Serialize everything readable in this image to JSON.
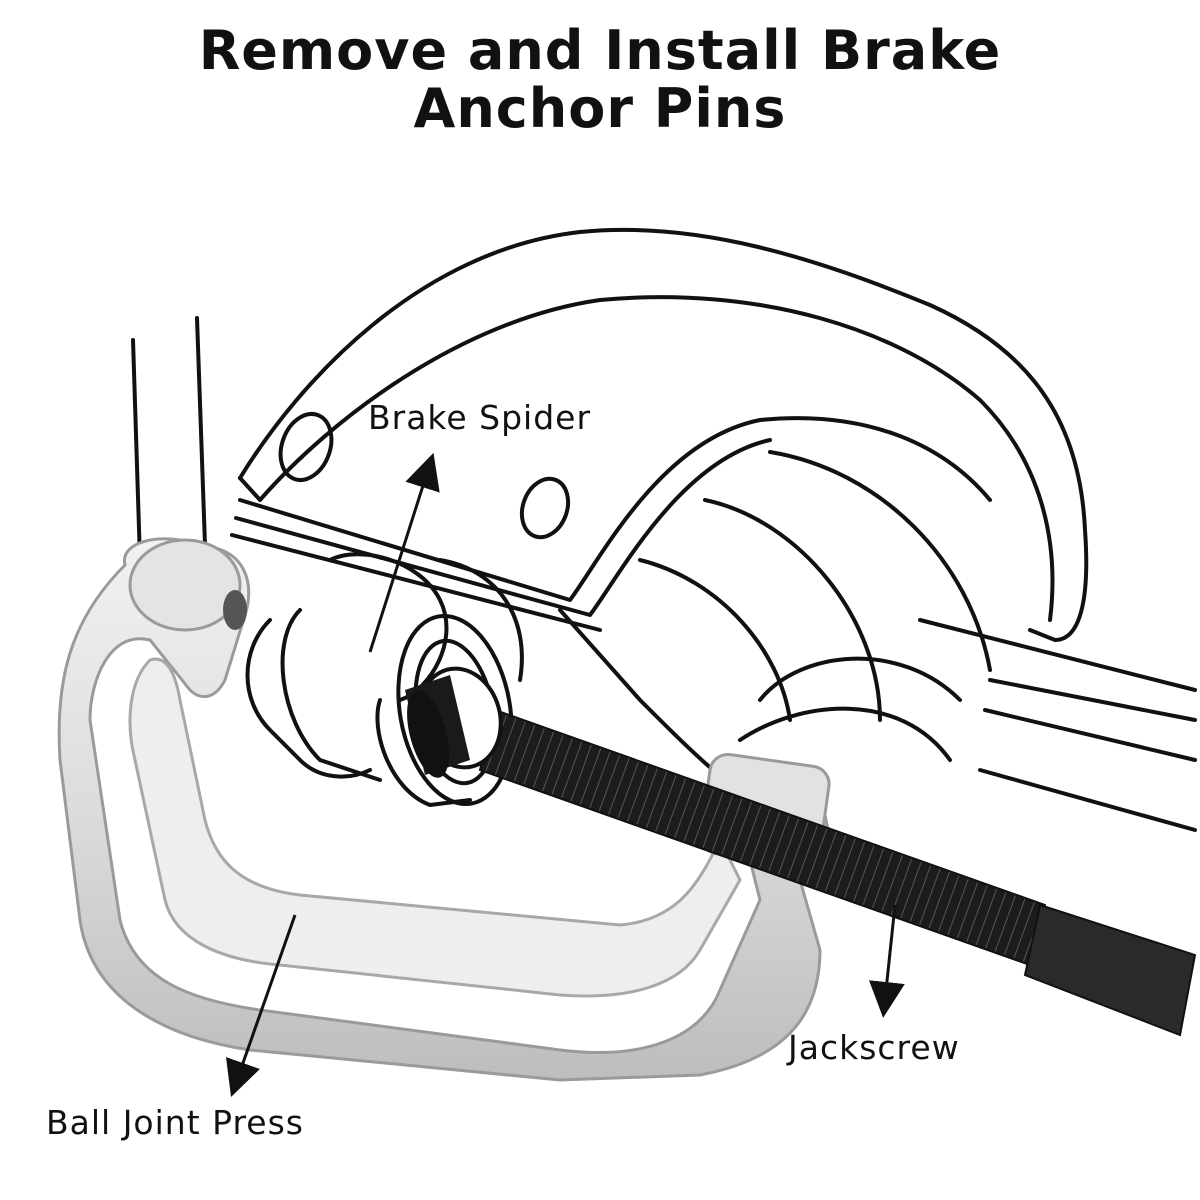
{
  "title": {
    "line1": "Remove and Install Brake",
    "line2": "Anchor Pins"
  },
  "labels": {
    "brake_spider": "Brake Spider",
    "jackscrew": "Jackscrew",
    "ball_joint_press": "Ball Joint Press"
  },
  "colors": {
    "line_art": "#111111",
    "press_body": "#d9d9d9",
    "jackscrew": "#1c1c1c"
  }
}
